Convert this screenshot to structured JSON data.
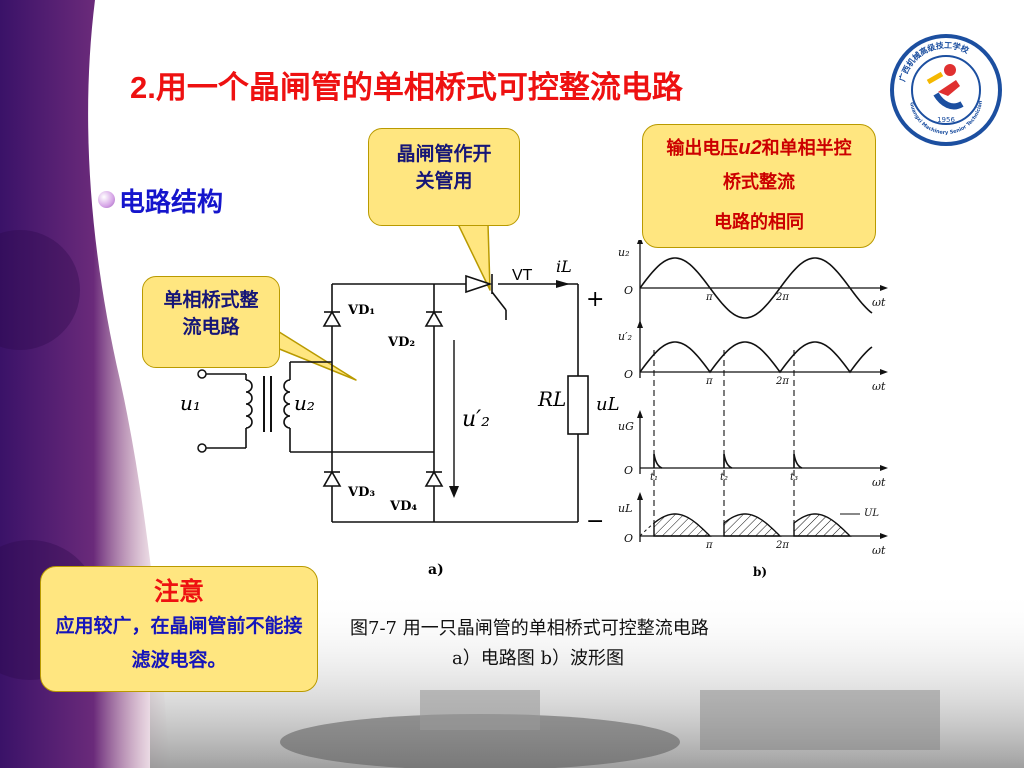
{
  "slide": {
    "title_num": "2.",
    "title_text": "用一个晶闸管的单相桥式可控整流电路",
    "bullet": "电路结构"
  },
  "logo": {
    "ring_text": "广西机械高级技工学校",
    "ring_text_en": "Guangxi Machinery Senior Technician School",
    "year": "1956"
  },
  "callouts": {
    "switch": "晶闸管作开关管用",
    "bridge": "单相桥式整流电路",
    "output_a": "输出电压",
    "output_var": "u2",
    "output_b": "和单相半控桥式整流",
    "output_c": "电路的相同",
    "note_title": "注意",
    "note_body": "应用较广，在晶闸管前不能接滤波电容。"
  },
  "circuit": {
    "labels": {
      "vd1": "VD₁",
      "vd2": "VD₂",
      "vd3": "VD₃",
      "vd4": "VD₄",
      "vt": "VT",
      "il": "iL",
      "u1": "u₁",
      "u2": "u₂",
      "u2p": "u′₂",
      "rl": "RL",
      "ul": "uL",
      "plus": "+",
      "minus": "−"
    },
    "sub_a": "a)"
  },
  "waveforms": {
    "sub_b": "b)",
    "panels": [
      {
        "ylabel": "u₂",
        "origin": "O",
        "ticks": [
          "π",
          "2π"
        ],
        "xlabel": "ωt"
      },
      {
        "ylabel": "u′₂",
        "origin": "O",
        "ticks": [
          "π",
          "2π"
        ],
        "xlabel": "ωt"
      },
      {
        "ylabel": "uG",
        "origin": "O",
        "ticks": [
          "t₁",
          "t₂",
          "t₃"
        ],
        "xlabel": "ωt"
      },
      {
        "ylabel": "uL",
        "origin": "O",
        "ticks": [
          "π",
          "2π"
        ],
        "xlabel": "ωt",
        "annotation": "UL"
      }
    ]
  },
  "caption": {
    "line1": "图7-7  用一只晶闸管的单相桥式可控整流电路",
    "line2": "a）电路图        b）波形图"
  }
}
